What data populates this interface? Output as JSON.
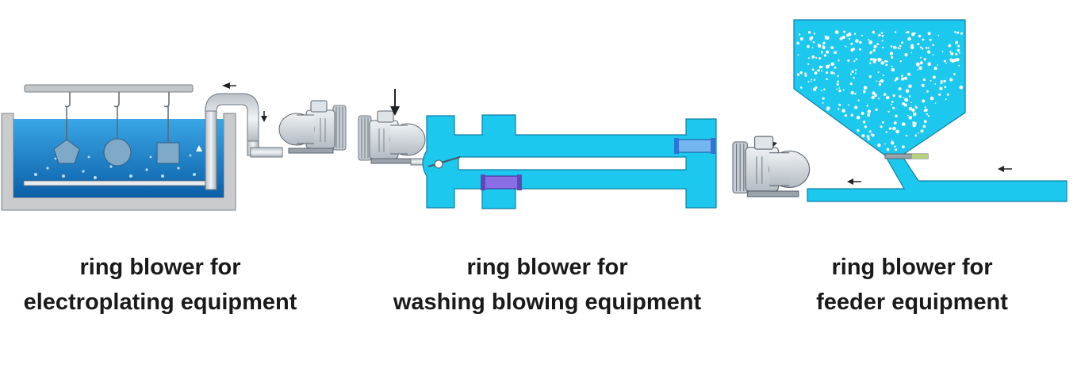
{
  "panels": [
    {
      "id": "electroplating",
      "caption_line1": "ring blower for",
      "caption_line2": "electroplating equipment"
    },
    {
      "id": "washing",
      "caption_line1": "ring blower for",
      "caption_line2": "washing blowing equipment"
    },
    {
      "id": "feeder",
      "caption_line1": "ring blower for",
      "caption_line2": "feeder equipment"
    }
  ],
  "colors": {
    "water": "#1e8fd6",
    "water_dark": "#0b5fa8",
    "pipe_cyan": "#1cc8ee",
    "tank_grey": "#c9cbcd",
    "blower_grey": "#d8dde2",
    "valve_purple": "#8a6ee6",
    "valve_blue": "#2f74d6"
  },
  "icons": [
    "ring-blower-icon",
    "arrow-icon",
    "valve-icon",
    "hopper-icon"
  ]
}
